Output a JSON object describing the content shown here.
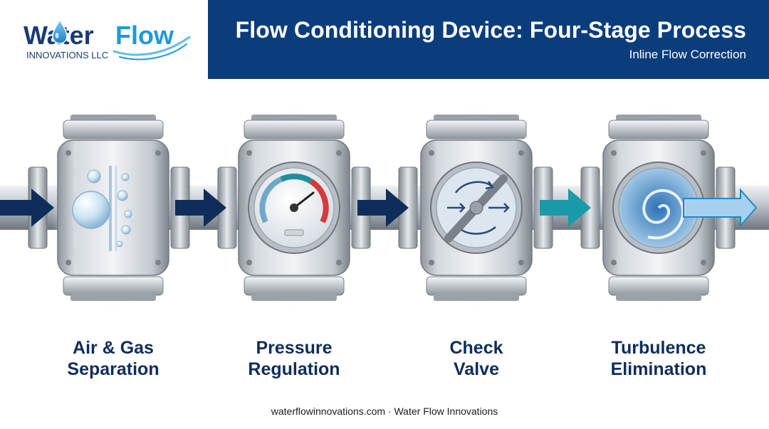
{
  "logo": {
    "word_water": "Water",
    "word_flow": "Flow",
    "tagline": "INNOVATIONS LLC",
    "primary_color": "#1b3a74",
    "accent_color": "#1e9ad6",
    "icon": "water-drop-icon"
  },
  "header": {
    "title": "Flow Conditioning Device: Four-Stage Process",
    "subtitle": "Inline Flow Correction",
    "background_color": "#0b3d7c"
  },
  "stages": [
    {
      "line1": "Air & Gas",
      "line2": "Separation",
      "icon": "bubbles-icon"
    },
    {
      "line1": "Pressure",
      "line2": "Regulation",
      "icon": "pressure-gauge-icon"
    },
    {
      "line1": "Check",
      "line2": "Valve",
      "icon": "check-valve-icon"
    },
    {
      "line1": "Turbulence",
      "line2": "Elimination",
      "icon": "vortex-icon"
    }
  ],
  "flow_arrows": {
    "color_dark": "#0f2d5a",
    "color_teal": "#1a9aa8",
    "icon": "flow-arrow-icon"
  },
  "footer": {
    "text": "waterflowinnovations.com · Water Flow Innovations"
  }
}
